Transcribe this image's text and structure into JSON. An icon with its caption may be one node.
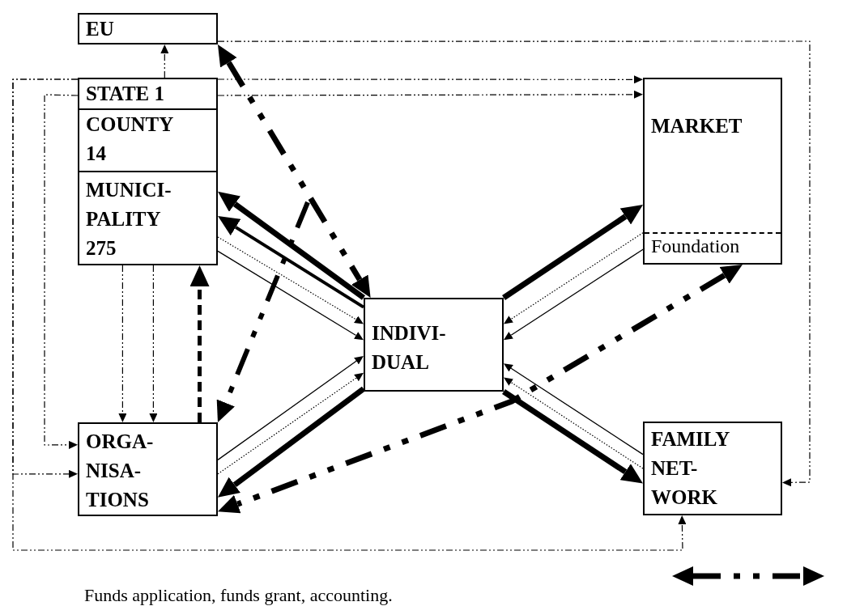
{
  "diagram": {
    "nodes": [
      {
        "text": [
          "EU"
        ]
      },
      {
        "text": [
          "STATE 1"
        ]
      },
      {
        "text": [
          "COUNTY 14"
        ]
      },
      {
        "text": [
          "MUNICI- PALITY 275"
        ]
      },
      {
        "text": [
          "INDIVI- DUAL"
        ]
      },
      {
        "text": [
          "MARKET"
        ]
      },
      {
        "text": [
          "Foundation"
        ],
        "in": 5
      },
      {
        "text": [
          "ORGA- NISA- TIONS"
        ]
      },
      {
        "text": [
          "FAMILY NET- WORK"
        ]
      }
    ],
    "edges": [
      {
        "from": 1,
        "to": 0,
        "arrow": "to",
        "style": "dashed"
      },
      {
        "from": 0,
        "to": 8,
        "arrow": "to",
        "style": "dashed"
      },
      {
        "from": 1,
        "to": 5,
        "arrow": "to",
        "style": "dashed"
      },
      {
        "from": 1,
        "to": 5,
        "arrow": "to",
        "style": "dashed"
      },
      {
        "from": 1,
        "to": 7,
        "arrow": "to",
        "style": "dashed"
      },
      {
        "from": 1,
        "to": 7,
        "arrow": "to",
        "style": "dashed"
      },
      {
        "from": 1,
        "to": 8,
        "arrow": "to",
        "style": "dashed"
      },
      {
        "from": 3,
        "to": 7,
        "arrow": "to",
        "style": "dashed"
      },
      {
        "from": 3,
        "to": 7,
        "arrow": "to",
        "style": "dashed"
      },
      {
        "from": 7,
        "to": 3,
        "arrow": "to",
        "style": "dashed"
      },
      {
        "from": 0,
        "to": 4,
        "arrow": "both",
        "style": "dashed"
      },
      {
        "from": 4,
        "to": 3,
        "arrow": "to",
        "style": "thick"
      },
      {
        "from": 4,
        "to": 3,
        "arrow": "to",
        "style": "thick"
      },
      {
        "from": 3,
        "to": 4,
        "arrow": "to",
        "style": "dashed"
      },
      {
        "from": 3,
        "to": 4,
        "arrow": "to"
      },
      {
        "from": null,
        "to": 7,
        "arrow": "to",
        "style": "dashed"
      },
      {
        "from": 7,
        "to": 4,
        "arrow": "to"
      },
      {
        "from": 7,
        "to": 4,
        "arrow": "to",
        "style": "dashed"
      },
      {
        "from": 4,
        "to": 7,
        "arrow": "to",
        "style": "thick"
      },
      {
        "from": 6,
        "to": 7,
        "arrow": "both",
        "style": "dashed"
      },
      {
        "from": 4,
        "to": 5,
        "arrow": "to",
        "style": "thick"
      },
      {
        "from": 5,
        "to": 4,
        "arrow": "to",
        "style": "dashed"
      },
      {
        "from": 6,
        "to": 4,
        "arrow": "to"
      },
      {
        "from": 8,
        "to": 4,
        "arrow": "to"
      },
      {
        "from": 8,
        "to": 4,
        "arrow": "to",
        "style": "dashed"
      },
      {
        "from": 4,
        "to": 8,
        "arrow": "to",
        "style": "thick"
      }
    ],
    "legend": [
      {
        "text": "Funds application, funds grant, accounting."
      }
    ]
  }
}
